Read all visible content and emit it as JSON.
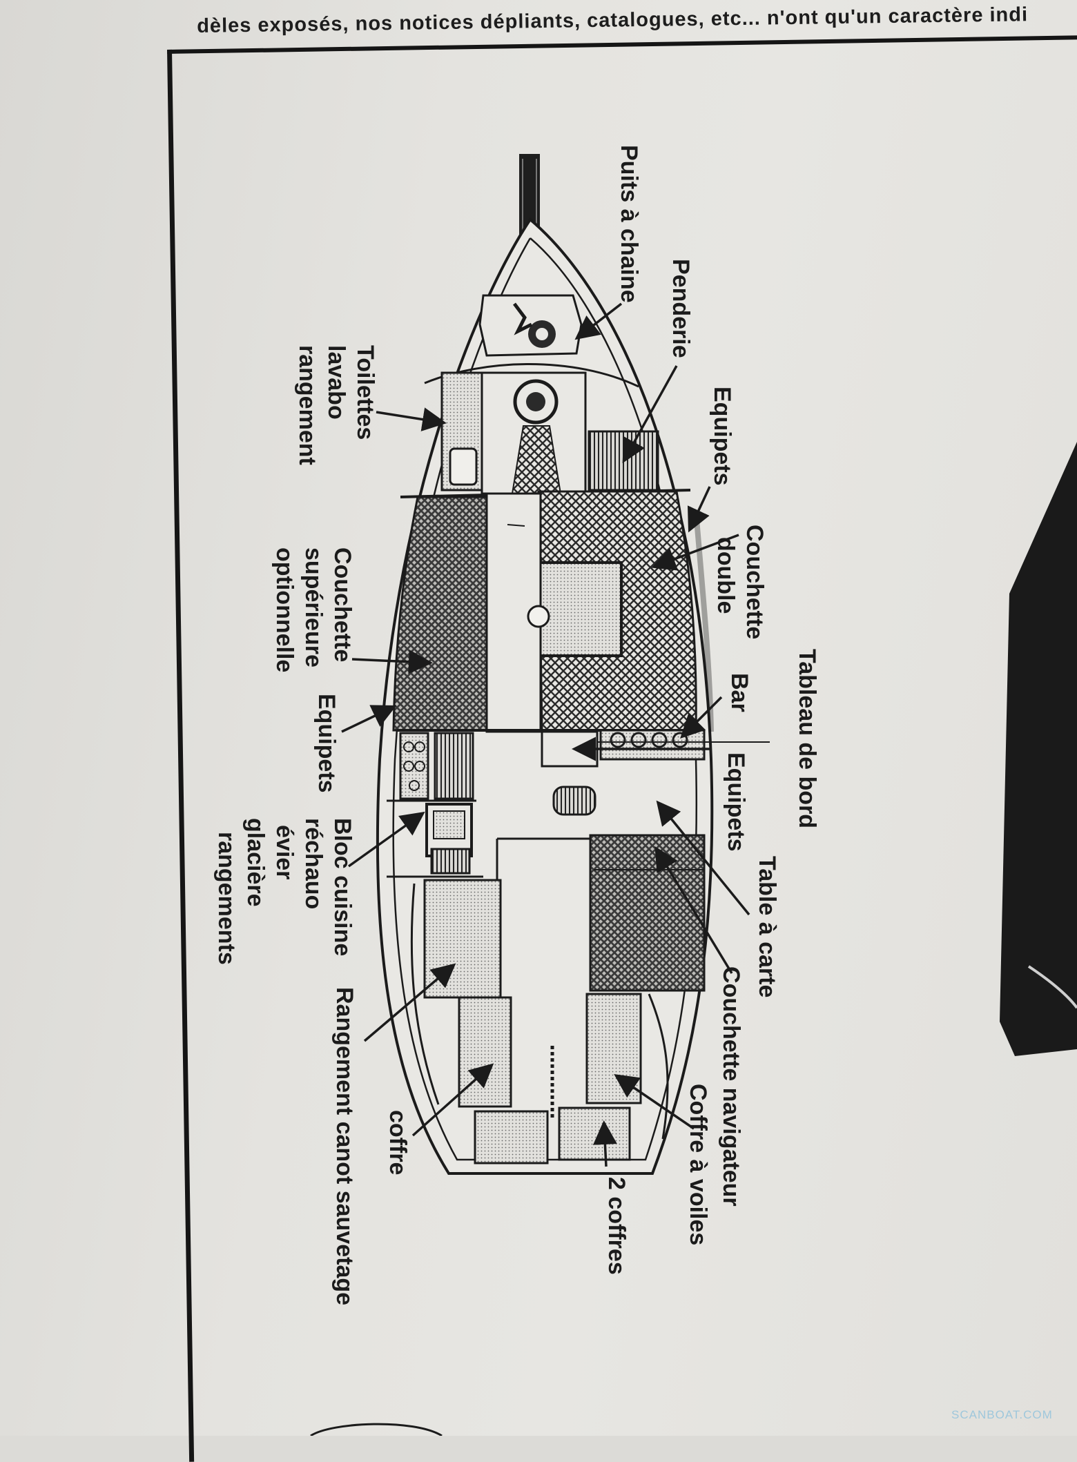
{
  "header_text": "dèles exposés, nos notices  dépliants, catalogues, etc... n'ont qu'un caractère indi",
  "watermark": "SCANBOAT.COM",
  "colors": {
    "ink": "#1b1b1b",
    "paper": "#e4e3df",
    "hatch": "#2a2a2a",
    "dark_block": "#1e1e1e"
  },
  "labels": {
    "puits": "Puits à chaine",
    "penderie": "Penderie",
    "equipets_1": "Equipets",
    "toilettes": [
      "Toilettes",
      "lavabo",
      "rangement"
    ],
    "couchette_double": [
      "Couchette",
      "double"
    ],
    "couchette_sup": [
      "Couchette",
      "supérieure",
      "optionnelle"
    ],
    "tableau": "Tableau de bord",
    "bar": "Bar",
    "equipets_2": "Equipets",
    "equipets_3": "Equipets",
    "bloc": [
      "Bloc cuisine",
      "réchauo",
      "évier",
      "glacière",
      "rangements"
    ],
    "table": "Table à carte",
    "couchette_nav": "Couchette navigateur",
    "coffre_voiles": "Coffre à voiles",
    "rangement_canot": "Rangement canot sauvetage",
    "coffre": "coffre",
    "deux_coffres": "2 coffres"
  }
}
